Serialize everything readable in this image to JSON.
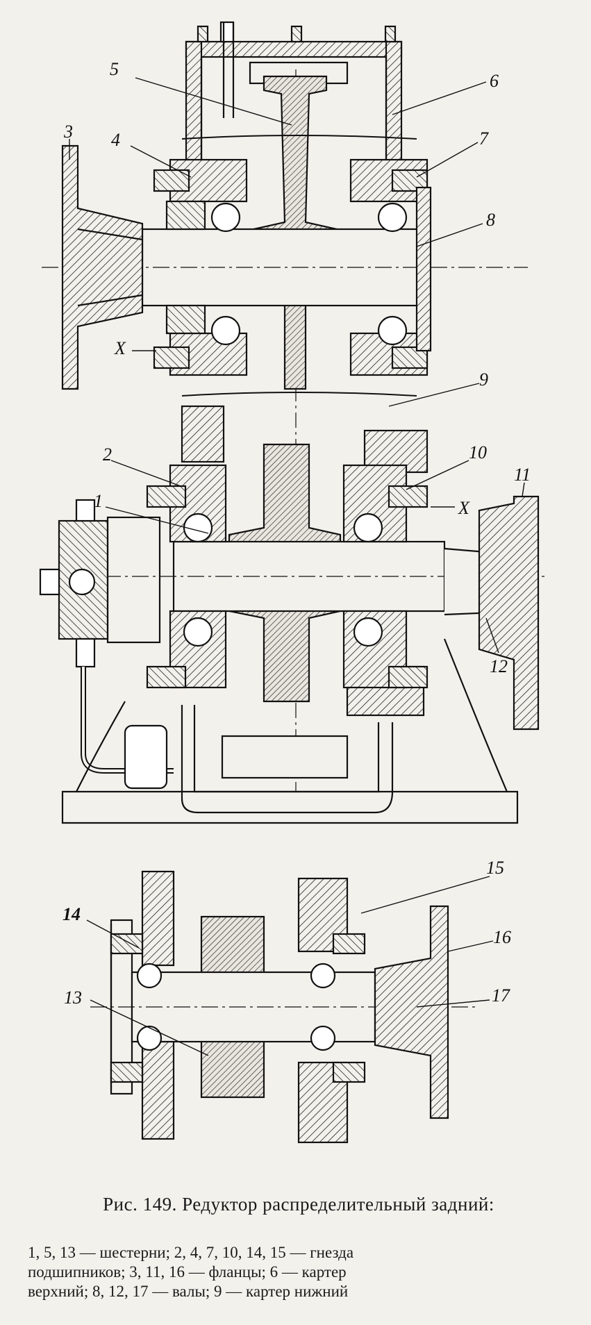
{
  "labels": {
    "l1": "1",
    "l2": "2",
    "l3": "3",
    "l4": "4",
    "l5": "5",
    "l6": "6",
    "l7": "7",
    "l8": "8",
    "l9": "9",
    "l10": "10",
    "l11": "11",
    "l12": "12",
    "l13": "13",
    "l14": "14",
    "l15": "15",
    "l16": "16",
    "l17": "17",
    "x_left": "X",
    "x_right": "X"
  },
  "caption": {
    "title": "Рис. 149. Редуктор распределительный задний:",
    "legend_line1": "1, 5, 13 — шестерни; 2, 4, 7, 10, 14, 15 — гнезда",
    "legend_line2": "подшипников; 3, 11, 16 — фланцы; 6 — картер",
    "legend_line3": "верхний; 8, 12, 17 — валы; 9 — картер нижний"
  }
}
